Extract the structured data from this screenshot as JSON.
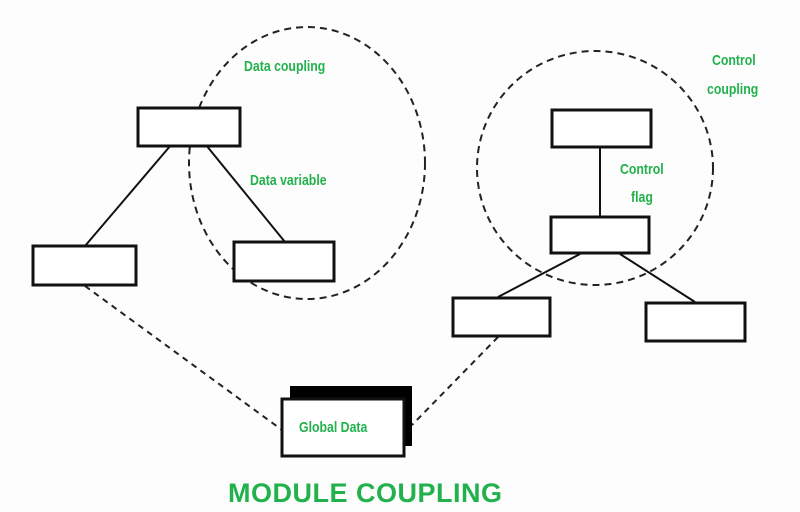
{
  "title": "MODULE COUPLING",
  "colors": {
    "accent": "#22b14c",
    "stroke": "#111111"
  },
  "labels": {
    "data_coupling": "Data coupling",
    "data_variable": "Data variable",
    "control_coupling_line1": "Control",
    "control_coupling_line2": "coupling",
    "control_flag_line1": "Control",
    "control_flag_line2": "flag",
    "global_data": "Global Data"
  },
  "modules": [
    {
      "id": "left-parent",
      "group": "data-coupling"
    },
    {
      "id": "left-child-a",
      "group": "data-coupling"
    },
    {
      "id": "left-child-b",
      "group": "data-coupling"
    },
    {
      "id": "right-parent",
      "group": "control-coupling"
    },
    {
      "id": "right-middle",
      "group": "control-coupling"
    },
    {
      "id": "right-child-a",
      "group": "control-coupling"
    },
    {
      "id": "right-child-b",
      "group": "control-coupling"
    }
  ]
}
